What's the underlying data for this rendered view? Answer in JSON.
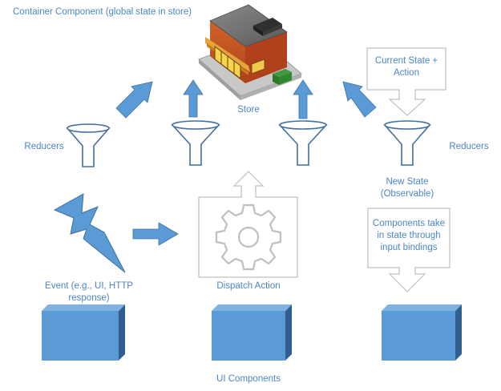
{
  "labels": {
    "container": "Container Component (global state in store)",
    "store": "Store",
    "reducers_left": "Reducers",
    "reducers_right": "Reducers",
    "current_state_line1": "Current State +",
    "current_state_line2": "Action",
    "new_state_line1": "New State",
    "new_state_line2": "(Observable)",
    "event_line1": "Event (e.g., UI, HTTP",
    "event_line2": "response)",
    "dispatch": "Dispatch Action",
    "components_line1": "Components take",
    "components_line2": "in state through",
    "components_line3": "input bindings",
    "ui_components": "UI Components"
  },
  "icons": {
    "store": "store-building-icon",
    "funnel": "funnel-icon",
    "lightning": "lightning-bolt-icon",
    "gear": "gear-icon",
    "component": "component-box-icon"
  },
  "colors": {
    "accent": "#5b9bd5",
    "accent_dark": "#41719c",
    "text": "#4a86c5",
    "outline": "#bfbfbf"
  }
}
